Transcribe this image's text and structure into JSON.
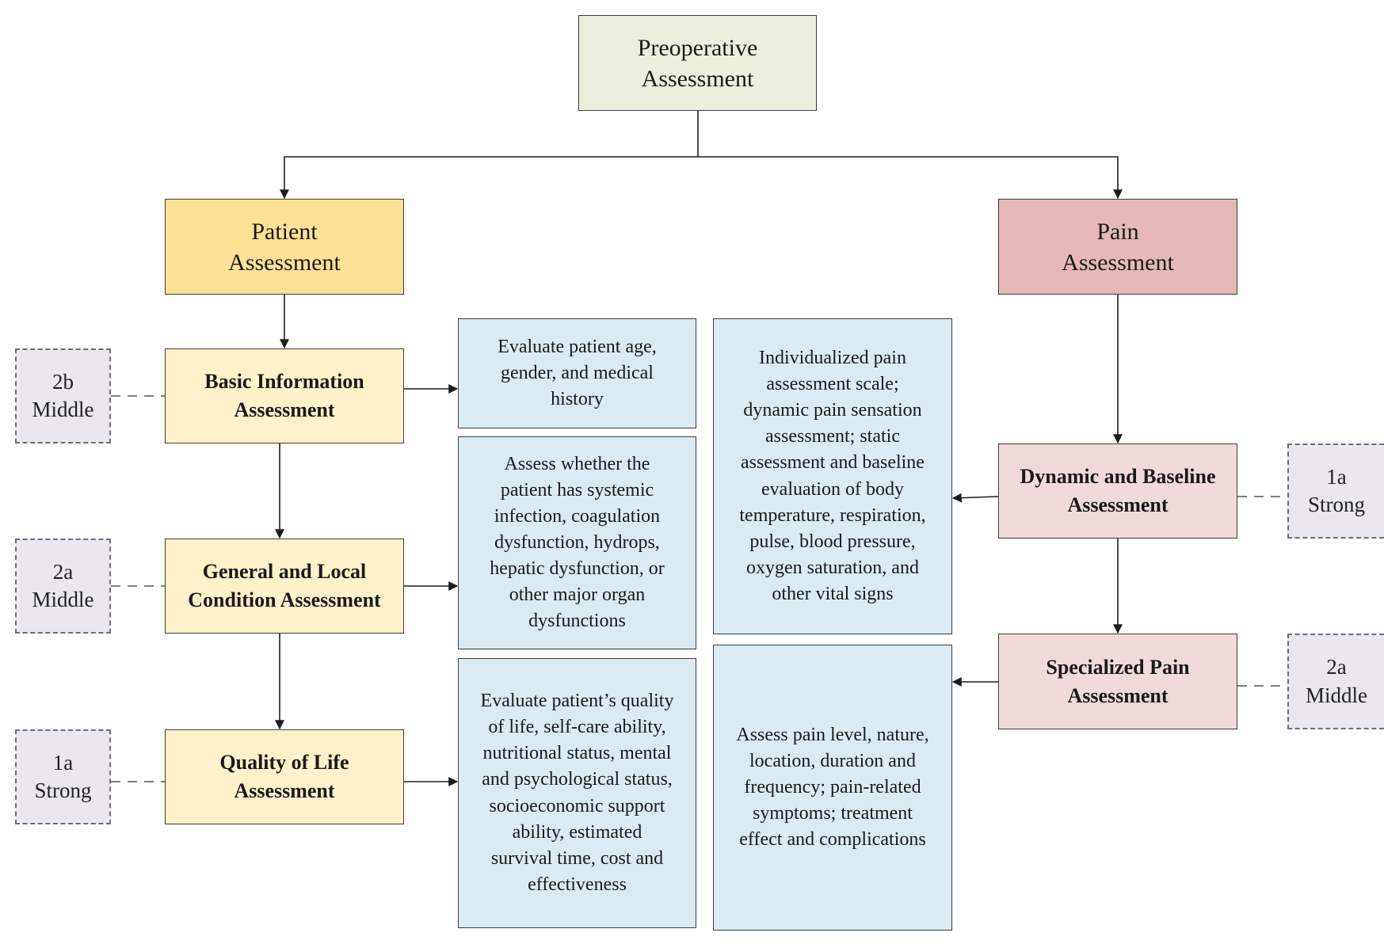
{
  "root": {
    "label": "Preoperative\nAssessment"
  },
  "branches": {
    "patient": {
      "label": "Patient\nAssessment"
    },
    "pain": {
      "label": "Pain\nAssessment"
    }
  },
  "patient_steps": [
    {
      "title": "Basic Information\nAssessment",
      "grade": "2b\nMiddle",
      "description": "Evaluate patient age,\ngender, and medical\nhistory"
    },
    {
      "title": "General and Local\nCondition Assessment",
      "grade": "2a\nMiddle",
      "description": "Assess whether the\npatient has systemic\ninfection, coagulation\ndysfunction, hydrops,\nhepatic dysfunction, or\nother major organ\ndysfunctions"
    },
    {
      "title": "Quality of Life\nAssessment",
      "grade": "1a\nStrong",
      "description": "Evaluate patient’s quality\nof life, self-care ability,\nnutritional status, mental\nand psychological status,\nsocioeconomic support\nability, estimated\nsurvival time, cost and\neffectiveness"
    }
  ],
  "pain_steps": [
    {
      "title": "Dynamic and Baseline\nAssessment",
      "grade": "1a\nStrong",
      "description": "Individualized pain\nassessment scale;\ndynamic pain sensation\nassessment; static\nassessment and baseline\nevaluation of body\ntemperature, respiration,\npulse, blood pressure,\noxygen saturation, and\nother vital signs"
    },
    {
      "title": "Specialized Pain\nAssessment",
      "grade": "2a\nMiddle",
      "description": "Assess pain level, nature,\nlocation, duration and\nfrequency; pain-related\nsymptoms; treatment\neffect and complications"
    }
  ],
  "colors": {
    "root": "#e9f0dd",
    "patient_branch": "#fde196",
    "patient_step": "#fff1c9",
    "pain_branch": "#e6b8b8",
    "pain_step": "#f2dada",
    "description": "#daebf2",
    "grade": "#eae7ef",
    "line": "#1e1e1e"
  }
}
